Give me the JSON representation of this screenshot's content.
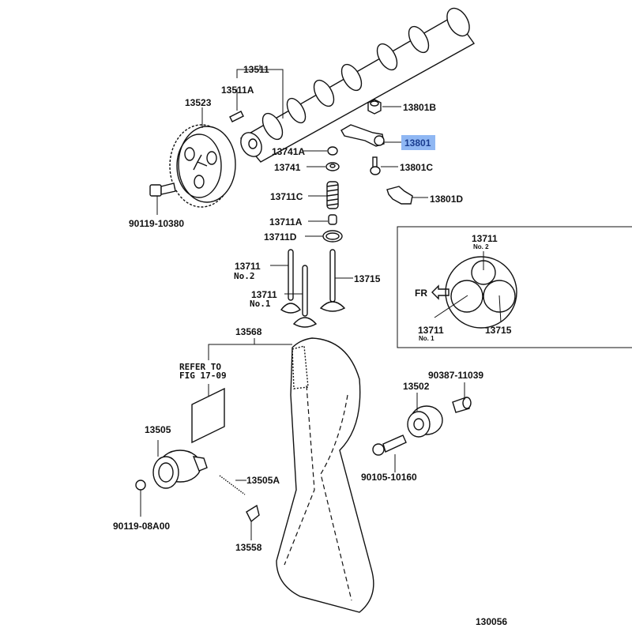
{
  "diagram": {
    "figure_id": "130056",
    "highlight_color": "#8fb7f3",
    "selected_part": "13801",
    "labels": {
      "p13511": "13511",
      "p13511A": "13511A",
      "p13523": "13523",
      "p13801B": "13801B",
      "p13801": "13801",
      "p13741A": "13741A",
      "p13741": "13741",
      "p13801C": "13801C",
      "p13711C": "13711C",
      "p13801D": "13801D",
      "p9011910380": "90119-10380",
      "p13711A": "13711A",
      "p13711D": "13711D",
      "p13711no2": "13711",
      "p13711no2sub": "No.2",
      "p13711no1": "13711",
      "p13711no1sub": "No.1",
      "p13715": "13715",
      "p13568": "13568",
      "refer1": "REFER TO",
      "refer2": "FIG 17-09",
      "p13505": "13505",
      "p13505A": "13505A",
      "p9011908A00": "90119-08A00",
      "p13558": "13558",
      "p13502": "13502",
      "p9038711039": "90387-11039",
      "p9010510160": "90105-10160"
    },
    "inset": {
      "fr_label": "FR",
      "top_label": "13711",
      "top_sub": "No. 2",
      "left_label": "13711",
      "left_sub": "No. 1",
      "right_label": "13715"
    }
  }
}
